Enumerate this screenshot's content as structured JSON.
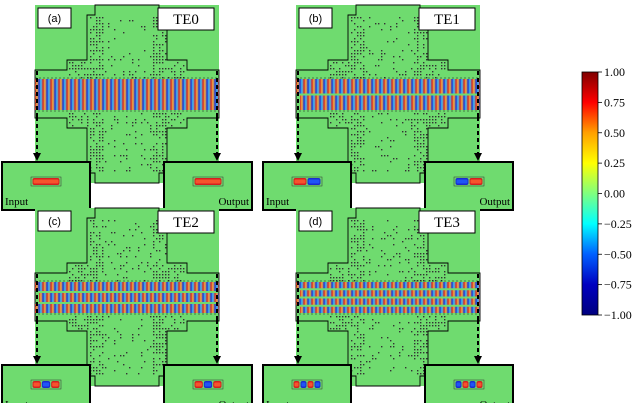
{
  "panels": [
    {
      "letter": "(a)",
      "mode": "TE0",
      "input_label": "Input",
      "output_label": "Output",
      "n_lobes": 1
    },
    {
      "letter": "(b)",
      "mode": "TE1",
      "input_label": "Input",
      "output_label": "Output",
      "n_lobes": 2
    },
    {
      "letter": "(c)",
      "mode": "TE2",
      "input_label": "Input",
      "output_label": "Output",
      "n_lobes": 3
    },
    {
      "letter": "(d)",
      "mode": "TE3",
      "input_label": "Input",
      "output_label": "Output",
      "n_lobes": 4
    }
  ],
  "colorbar": {
    "ticks": [
      "1.00",
      "0.75",
      "0.50",
      "0.25",
      "0.00",
      "−0.25",
      "−0.50",
      "−0.75",
      "−1.00"
    ],
    "colors": [
      "#7f0000",
      "#ff0000",
      "#ffa000",
      "#ffff00",
      "#7fff7f",
      "#00ffff",
      "#0060ff",
      "#0000c0",
      "#00007f"
    ]
  },
  "colors": {
    "background_field": "#6fdb6f",
    "border": "#000000",
    "positive": "#d42020",
    "negative": "#1a2bd0"
  }
}
